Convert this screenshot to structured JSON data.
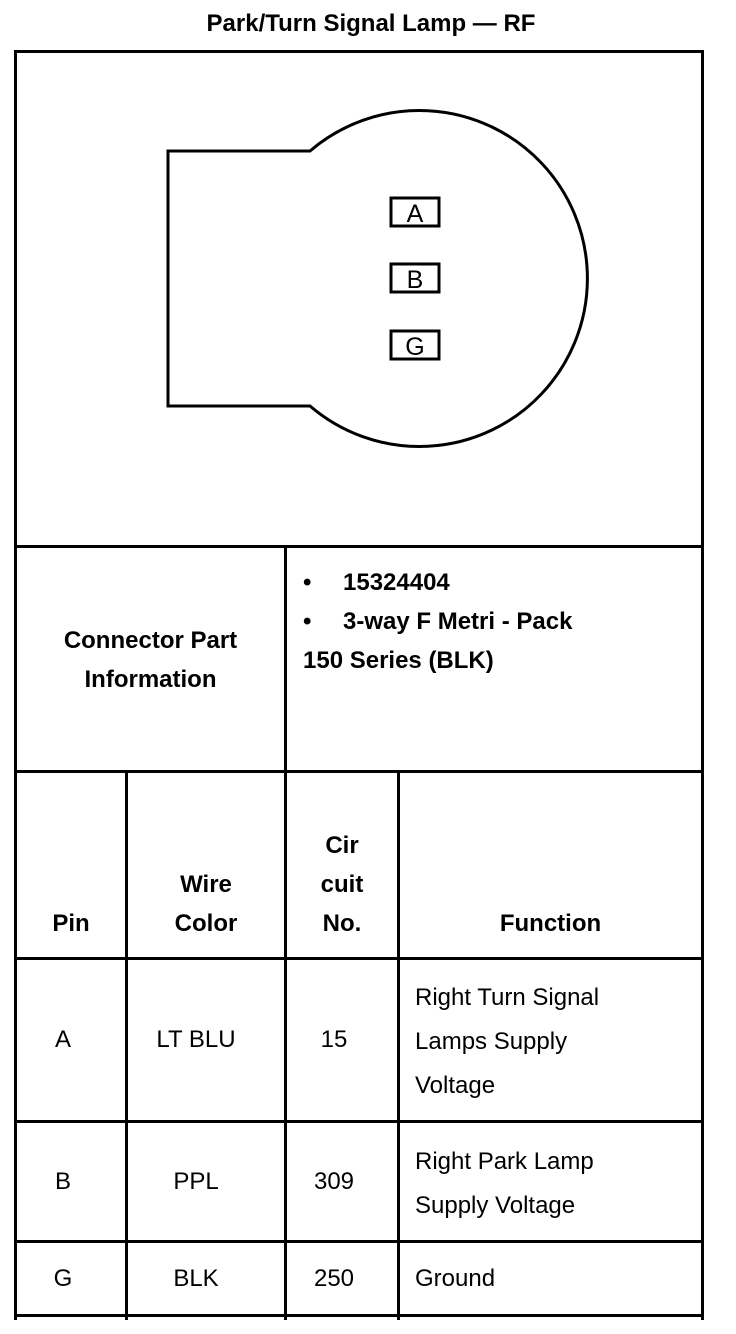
{
  "title": "Park/Turn Signal Lamp — RF",
  "connector": {
    "pins": [
      "A",
      "B",
      "G"
    ]
  },
  "part_info": {
    "label_line1": "Connector Part",
    "label_line2": "Information",
    "bullet": "•",
    "item1": "15324404",
    "item2": "3-way F Metri - Pack",
    "item2_cont": "150 Series (BLK)"
  },
  "table": {
    "headers": {
      "pin": "Pin",
      "wire_line1": "Wire",
      "wire_line2": "Color",
      "circuit_line1": "Cir",
      "circuit_line2": "cuit",
      "circuit_line3": "No.",
      "function": "Function"
    },
    "rows": [
      {
        "pin": "A",
        "wire": "LT BLU",
        "circuit": "15",
        "function": [
          "Right Turn Signal",
          "Lamps Supply",
          "Voltage"
        ]
      },
      {
        "pin": "B",
        "wire": "PPL",
        "circuit": "309",
        "function": [
          "Right Park Lamp",
          "Supply Voltage"
        ]
      },
      {
        "pin": "G",
        "wire": "BLK",
        "circuit": "250",
        "function": [
          "Ground"
        ]
      }
    ]
  }
}
